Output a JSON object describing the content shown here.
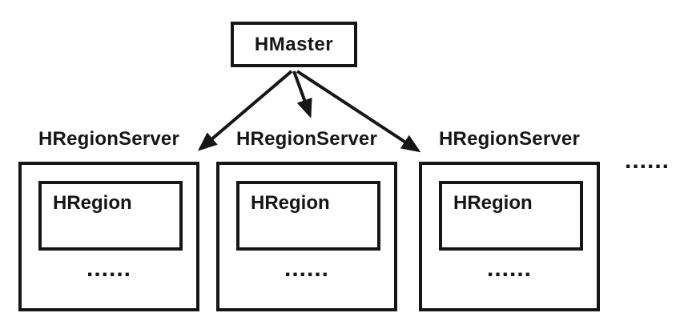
{
  "master": {
    "label": "HMaster"
  },
  "servers": [
    {
      "label": "HRegionServer",
      "region_label": "HRegion",
      "more_regions_dots": "......"
    },
    {
      "label": "HRegionServer",
      "region_label": "HRegion",
      "more_regions_dots": "......"
    },
    {
      "label": "HRegionServer",
      "region_label": "HRegion",
      "more_regions_dots": "......"
    }
  ],
  "more_servers_dots": "......",
  "edges": [
    {
      "from": "HMaster",
      "to": "HRegionServer-1",
      "style": "arrow"
    },
    {
      "from": "HMaster",
      "to": "HRegionServer-2",
      "style": "arrow"
    },
    {
      "from": "HMaster",
      "to": "HRegionServer-3",
      "style": "arrow"
    }
  ],
  "colors": {
    "line": "#161616",
    "text": "#161616",
    "background": "#ffffff"
  }
}
